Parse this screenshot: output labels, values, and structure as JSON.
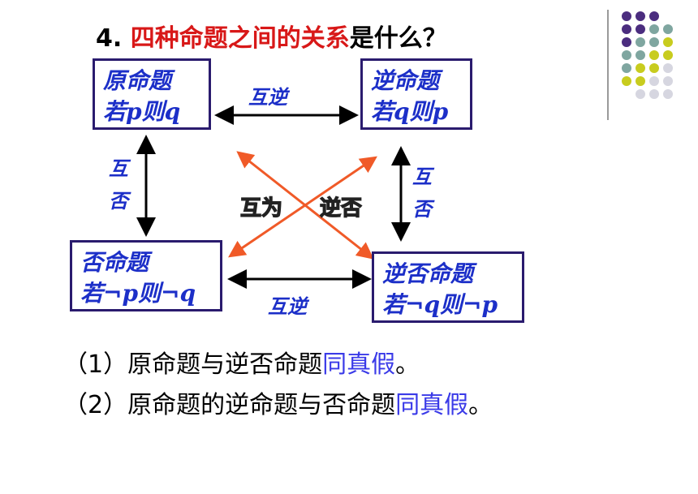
{
  "title": {
    "prefix": "4. ",
    "highlight": "四种命题之间的关系",
    "suffix": "是什么？"
  },
  "boxes": {
    "original": {
      "line1": "原命题",
      "line2": "若p则q"
    },
    "converse": {
      "line1": "逆命题",
      "line2": "若q则p"
    },
    "inverse": {
      "line1": "否命题",
      "line2": "若¬p则¬q"
    },
    "contrapositive": {
      "line1": "逆否命题",
      "line2": "若¬q则¬p"
    }
  },
  "relations": {
    "top": "互逆",
    "bottom": "互逆",
    "left": [
      "互",
      "否"
    ],
    "right": [
      "互",
      "否"
    ],
    "cross_left": "互为",
    "cross_right": "逆否"
  },
  "notes": [
    {
      "prefix": "（1）原命题与逆否命题",
      "highlight": "同真假",
      "suffix": "。"
    },
    {
      "prefix": "（2）原命题的逆命题与否命题",
      "highlight": "同真假",
      "suffix": "。"
    }
  ],
  "colors": {
    "title_highlight": "#d81818",
    "box_text": "#1c2fc8",
    "box_border": "#2a1b6e",
    "cross_arrow": "#f05a28",
    "note_highlight": "#3a3ae8",
    "dot_purple": "#4b2d7f",
    "dot_teal": "#7fa6a0",
    "dot_yellow": "#c8cc1e",
    "dot_gray": "#d6d6e0"
  }
}
